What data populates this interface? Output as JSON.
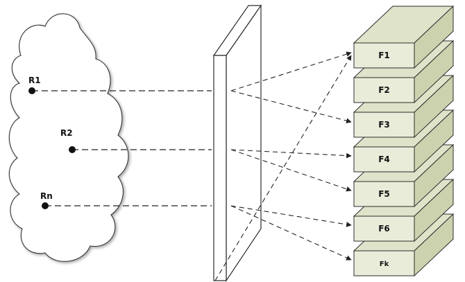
{
  "points": [
    {
      "id": "r1",
      "label": "R1"
    },
    {
      "id": "r2",
      "label": "R2"
    },
    {
      "id": "rn",
      "label": "Rn"
    }
  ],
  "blocks": [
    {
      "id": "f1",
      "label": "F1"
    },
    {
      "id": "f2",
      "label": "F2"
    },
    {
      "id": "f3",
      "label": "F3"
    },
    {
      "id": "f4",
      "label": "F4"
    },
    {
      "id": "f5",
      "label": "F5"
    },
    {
      "id": "f6",
      "label": "F6"
    },
    {
      "id": "fk",
      "label": "Fk"
    }
  ],
  "colors": {
    "block_front": "#e9ecd9",
    "block_top": "#dfe3c9",
    "block_side": "#ccd2ae",
    "stroke": "#2b2b2b",
    "line": "#222222",
    "cloud_fill": "#ffffff"
  }
}
